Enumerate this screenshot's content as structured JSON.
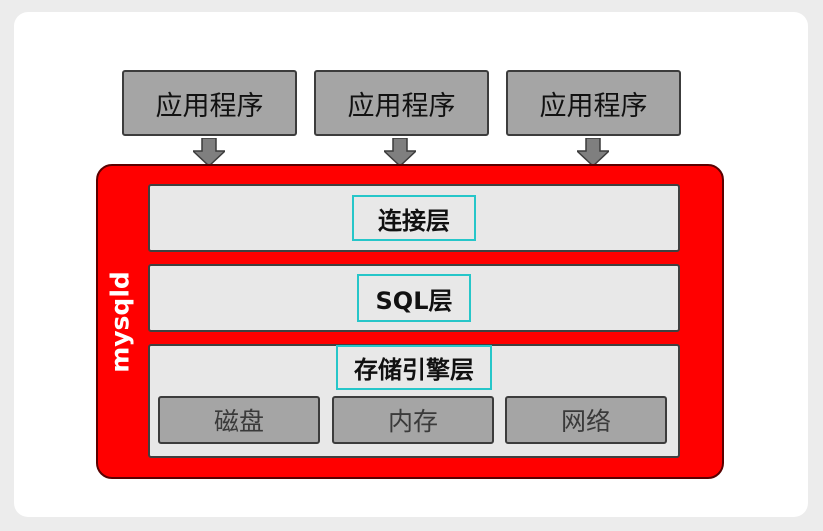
{
  "applications": [
    {
      "label": "应用程序"
    },
    {
      "label": "应用程序"
    },
    {
      "label": "应用程序"
    }
  ],
  "server": {
    "label": "mysqld",
    "color": "#ff0000"
  },
  "layers": {
    "connection": "连接层",
    "sql": "SQL层",
    "storage": "存储引擎层"
  },
  "storage_targets": [
    {
      "label": "磁盘"
    },
    {
      "label": "内存"
    },
    {
      "label": "网络"
    }
  ],
  "colors": {
    "box_gray": "#a5a5a5",
    "layer_bg": "#e8e8e8",
    "highlight": "#26c6c9"
  }
}
